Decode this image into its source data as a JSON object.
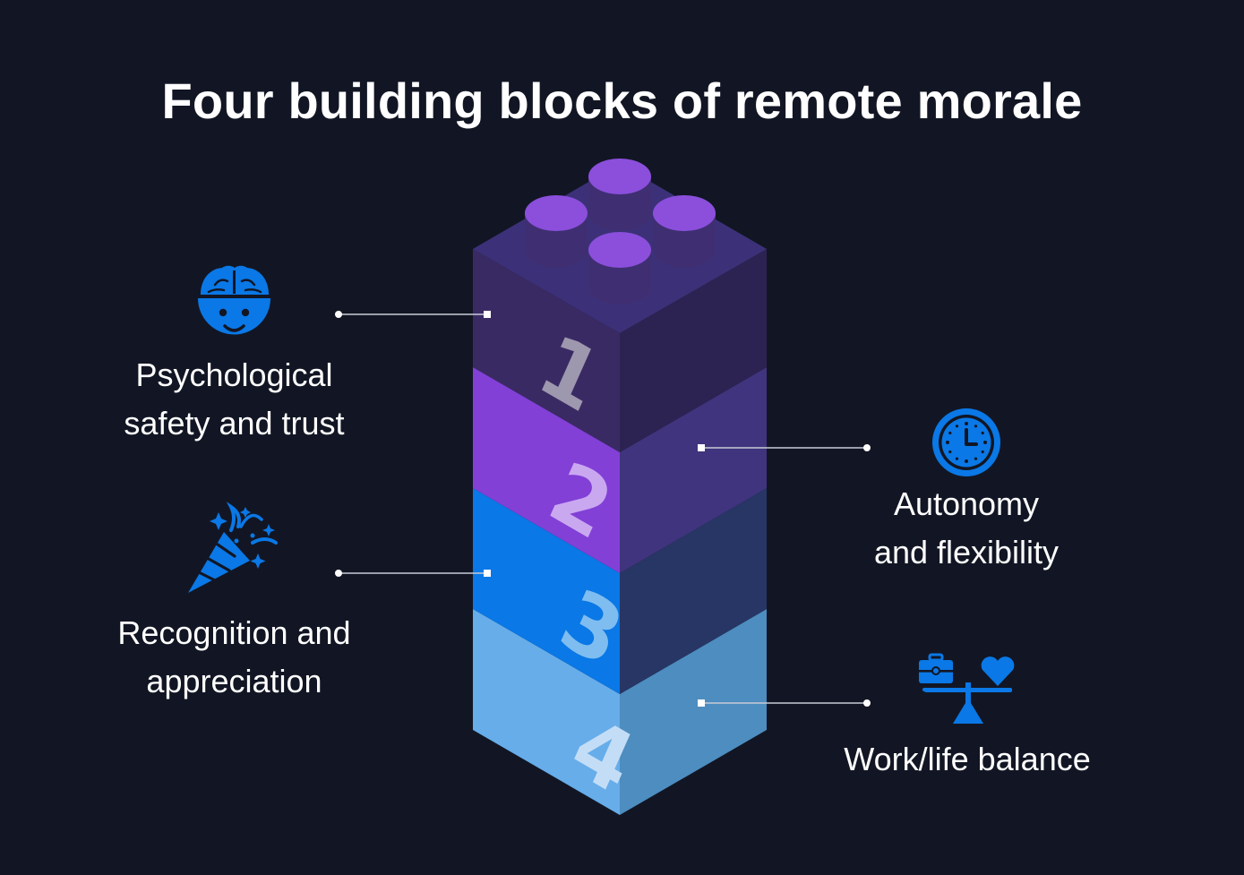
{
  "title": "Four building blocks of remote morale",
  "blocks": [
    {
      "number": "1",
      "label_lines": [
        "Psychological",
        "safety and trust"
      ],
      "icon": "brain-head-icon"
    },
    {
      "number": "2",
      "label_lines": [
        "Autonomy",
        "and flexibility"
      ],
      "icon": "clock-icon"
    },
    {
      "number": "3",
      "label_lines": [
        "Recognition and",
        "appreciation"
      ],
      "icon": "party-popper-icon"
    },
    {
      "number": "4",
      "label_lines": [
        "Work/life balance"
      ],
      "icon": "briefcase-heart-balance-icon"
    }
  ],
  "colors": {
    "background": "#121624",
    "icon_blue": "#0A78E6",
    "block1_front": "#3A2A64",
    "block1_side": "#2D2352",
    "block1_top": "#3C3178",
    "block2_front": "#8240D6",
    "block2_side": "#40347E",
    "block3_front": "#0A78E6",
    "block3_side": "#273664",
    "block4_front": "#66ADEA",
    "block4_side": "#4D8DC0",
    "stud_top": "#8B4FDC",
    "stud_side": "#3F2F72"
  }
}
